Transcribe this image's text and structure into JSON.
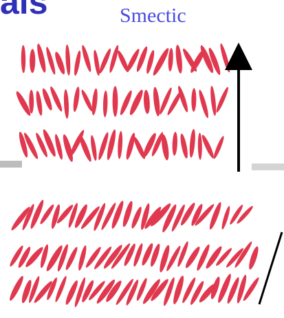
{
  "title_fragment": "als",
  "label": "Smectic",
  "colors": {
    "molecule": "#e0394f",
    "title": "#2f2fb8",
    "label": "#4a4ae0",
    "arrow": "#000000",
    "divider": "#c8c8c8"
  },
  "panels": [
    {
      "name": "smectic-a",
      "director": "vertical",
      "rows": 3
    },
    {
      "name": "smectic-c",
      "director": "tilted",
      "rows": 3
    }
  ]
}
